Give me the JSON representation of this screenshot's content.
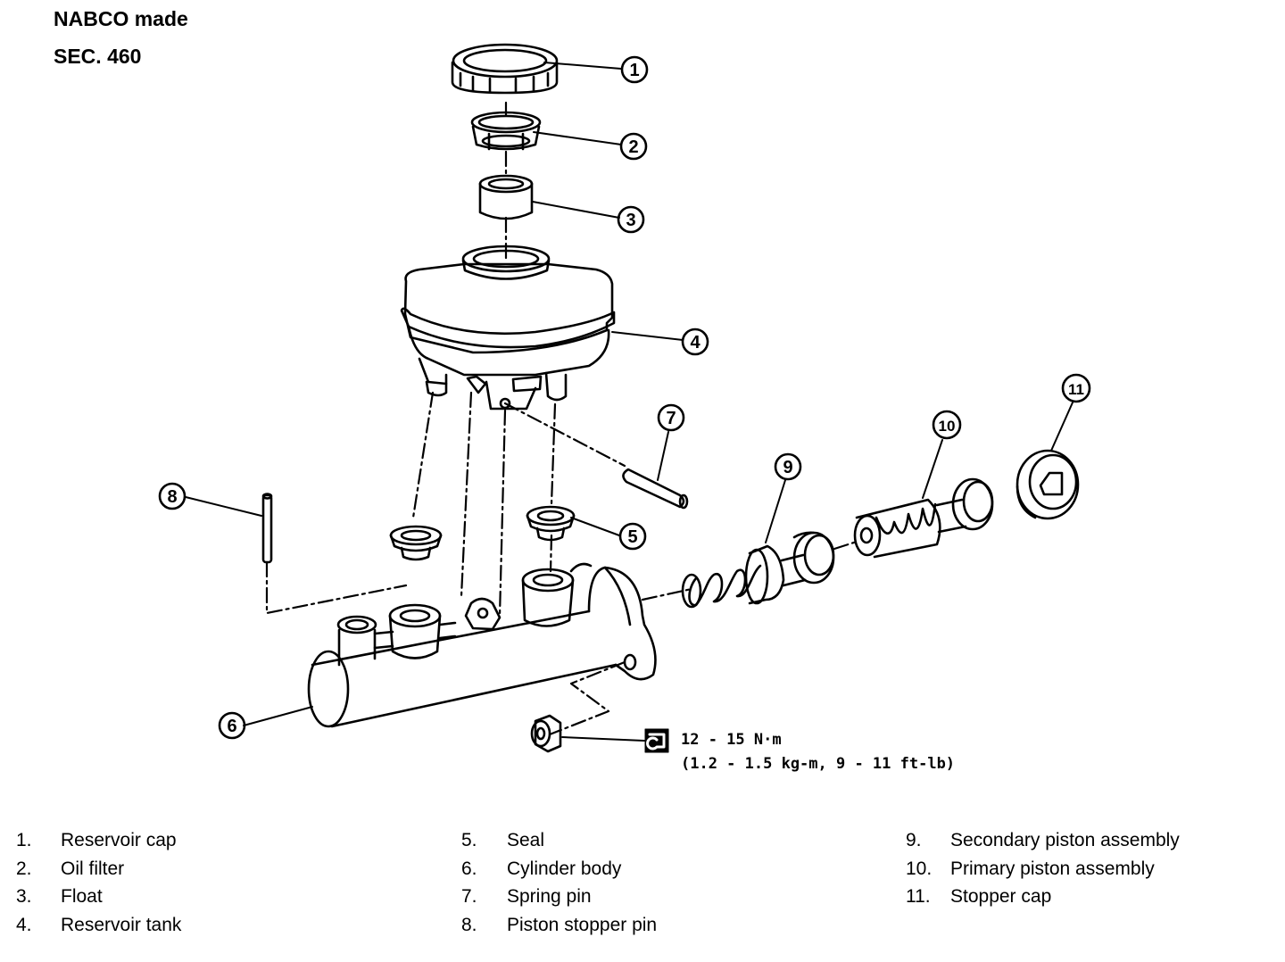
{
  "header": {
    "line1": "NABCO made",
    "line2": "SEC. 460"
  },
  "torque": {
    "line1": "12 - 15 N·m",
    "line2": "(1.2 - 1.5 kg-m, 9 - 11 ft-lb)"
  },
  "callouts": [
    "1",
    "2",
    "3",
    "4",
    "5",
    "6",
    "7",
    "8",
    "9",
    "10",
    "11"
  ],
  "legend": {
    "col1": [
      {
        "num": "1.",
        "label": "Reservoir cap"
      },
      {
        "num": "2.",
        "label": "Oil filter"
      },
      {
        "num": "3.",
        "label": "Float"
      },
      {
        "num": "4.",
        "label": "Reservoir tank"
      }
    ],
    "col2": [
      {
        "num": "5.",
        "label": "Seal"
      },
      {
        "num": "6.",
        "label": "Cylinder body"
      },
      {
        "num": "7.",
        "label": "Spring pin"
      },
      {
        "num": "8.",
        "label": "Piston stopper pin"
      }
    ],
    "col3": [
      {
        "num": "9.",
        "label": "Secondary piston assembly"
      },
      {
        "num": "10.",
        "label": "Primary piston assembly"
      },
      {
        "num": "11.",
        "label": "Stopper cap"
      }
    ]
  }
}
